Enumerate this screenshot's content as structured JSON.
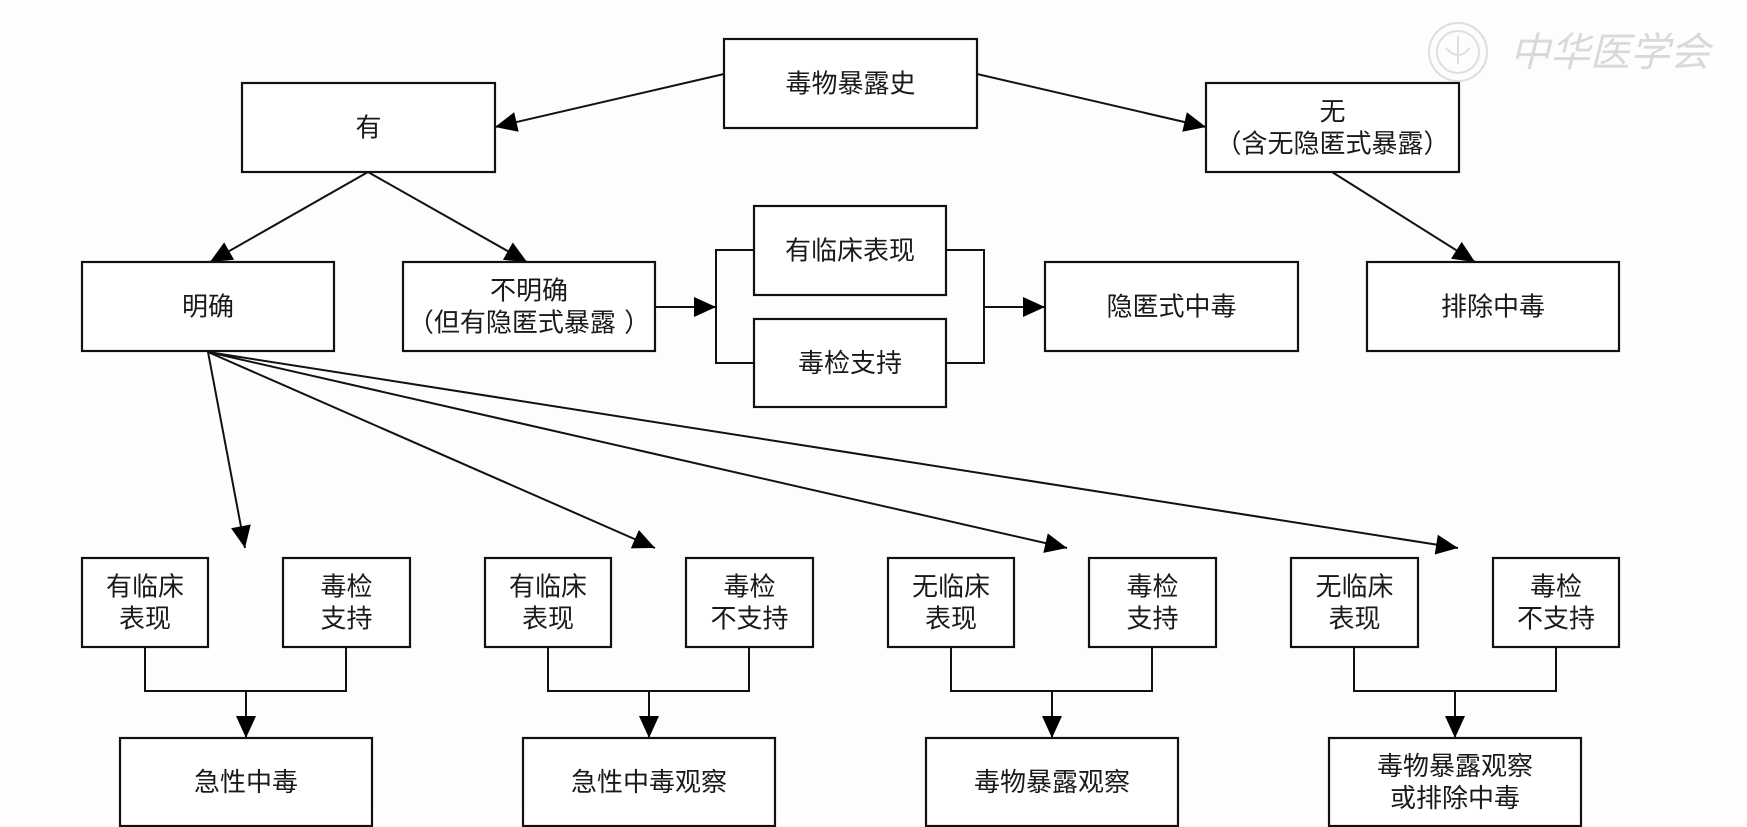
{
  "watermark": {
    "text": "中华医学会",
    "seal_icon": "society-seal-icon"
  },
  "nodes": {
    "root": [
      "毒物暴露史"
    ],
    "yes": [
      "有"
    ],
    "no": [
      "无",
      "（含无隐匿式暴露）"
    ],
    "clear": [
      "明确"
    ],
    "unclear": [
      "不明确",
      "（但有隐匿式暴露 ）"
    ],
    "occult_clinical": [
      "有临床表现"
    ],
    "occult_tox": [
      "毒检支持"
    ],
    "occult_result": [
      "隐匿式中毒"
    ],
    "exclude": [
      "排除中毒"
    ],
    "g1_a": [
      "有临床",
      "表现"
    ],
    "g1_b": [
      "毒检",
      "支持"
    ],
    "g1_out": [
      "急性中毒"
    ],
    "g2_a": [
      "有临床",
      "表现"
    ],
    "g2_b": [
      "毒检",
      "不支持"
    ],
    "g2_out": [
      "急性中毒观察"
    ],
    "g3_a": [
      "无临床",
      "表现"
    ],
    "g3_b": [
      "毒检",
      "支持"
    ],
    "g3_out": [
      "毒物暴露观察"
    ],
    "g4_a": [
      "无临床",
      "表现"
    ],
    "g4_b": [
      "毒检",
      "不支持"
    ],
    "g4_out": [
      "毒物暴露观察",
      "或排除中毒"
    ]
  },
  "edges": [
    {
      "from": "root",
      "to": "yes"
    },
    {
      "from": "root",
      "to": "no"
    },
    {
      "from": "yes",
      "to": "clear"
    },
    {
      "from": "yes",
      "to": "unclear"
    },
    {
      "from": "no",
      "to": "exclude"
    },
    {
      "from": "unclear",
      "to": "occult_clinical+occult_tox"
    },
    {
      "from": "occult_clinical+occult_tox",
      "to": "occult_result"
    },
    {
      "from": "clear",
      "to": "g1"
    },
    {
      "from": "clear",
      "to": "g2"
    },
    {
      "from": "clear",
      "to": "g3"
    },
    {
      "from": "clear",
      "to": "g4"
    },
    {
      "from": "g1_a+g1_b",
      "to": "g1_out"
    },
    {
      "from": "g2_a+g2_b",
      "to": "g2_out"
    },
    {
      "from": "g3_a+g3_b",
      "to": "g3_out"
    },
    {
      "from": "g4_a+g4_b",
      "to": "g4_out"
    }
  ]
}
